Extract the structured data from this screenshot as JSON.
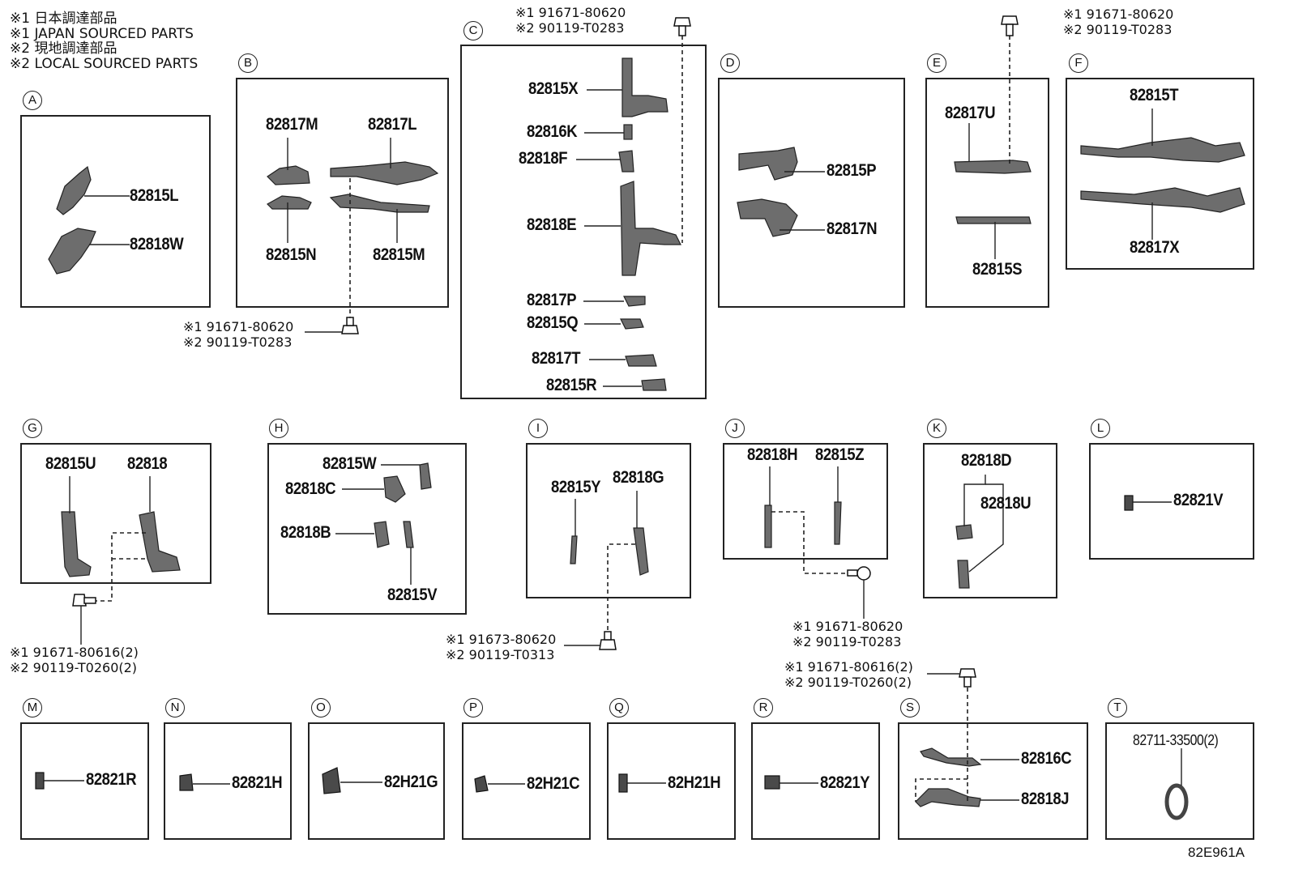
{
  "legend": [
    "※1 日本調達部品",
    "※1 JAPAN SOURCED PARTS",
    "※2 現地調達部品",
    "※2 LOCAL SOURCED PARTS"
  ],
  "groups": {
    "A": {
      "tag": "A",
      "parts": [
        "82815L",
        "82818W"
      ]
    },
    "B": {
      "tag": "B",
      "parts": [
        "82817M",
        "82817L",
        "82815N",
        "82815M"
      ],
      "note": [
        "※1 91671-80620",
        "※2 90119-T0283"
      ]
    },
    "C": {
      "tag": "C",
      "parts": [
        "82815X",
        "82816K",
        "82818F",
        "82818E",
        "82817P",
        "82815Q",
        "82817T",
        "82815R"
      ],
      "note": [
        "※1 91671-80620",
        "※2 90119-T0283"
      ]
    },
    "D": {
      "tag": "D",
      "parts": [
        "82815P",
        "82817N"
      ]
    },
    "E": {
      "tag": "E",
      "parts": [
        "82817U",
        "82815S"
      ],
      "note": [
        "※1 91671-80620",
        "※2 90119-T0283"
      ]
    },
    "F": {
      "tag": "F",
      "parts": [
        "82815T",
        "82817X"
      ]
    },
    "G": {
      "tag": "G",
      "parts": [
        "82815U",
        "82818"
      ],
      "note": [
        "※1 91671-80616(2)",
        "※2 90119-T0260(2)"
      ]
    },
    "H": {
      "tag": "H",
      "parts": [
        "82815W",
        "82818C",
        "82818B",
        "82815V"
      ]
    },
    "I": {
      "tag": "I",
      "parts": [
        "82815Y",
        "82818G"
      ],
      "note": [
        "※1 91673-80620",
        "※2 90119-T0313"
      ]
    },
    "J": {
      "tag": "J",
      "parts": [
        "82818H",
        "82815Z"
      ],
      "note": [
        "※1 91671-80620",
        "※2 90119-T0283"
      ]
    },
    "K": {
      "tag": "K",
      "parts": [
        "82818D",
        "82818U"
      ]
    },
    "L": {
      "tag": "L",
      "parts": [
        "82821V"
      ]
    },
    "M": {
      "tag": "M",
      "parts": [
        "82821R"
      ]
    },
    "N": {
      "tag": "N",
      "parts": [
        "82821H"
      ]
    },
    "O": {
      "tag": "O",
      "parts": [
        "82H21G"
      ]
    },
    "P": {
      "tag": "P",
      "parts": [
        "82H21C"
      ]
    },
    "Q": {
      "tag": "Q",
      "parts": [
        "82H21H"
      ]
    },
    "R": {
      "tag": "R",
      "parts": [
        "82821Y"
      ]
    },
    "S": {
      "tag": "S",
      "parts": [
        "82816C",
        "82818J"
      ],
      "note": [
        "※1 91671-80616(2)",
        "※2 90119-T0260(2)"
      ]
    },
    "T": {
      "tag": "T",
      "parts": [
        "82711-33500(2)"
      ]
    }
  },
  "diagram_code": "82E961A"
}
